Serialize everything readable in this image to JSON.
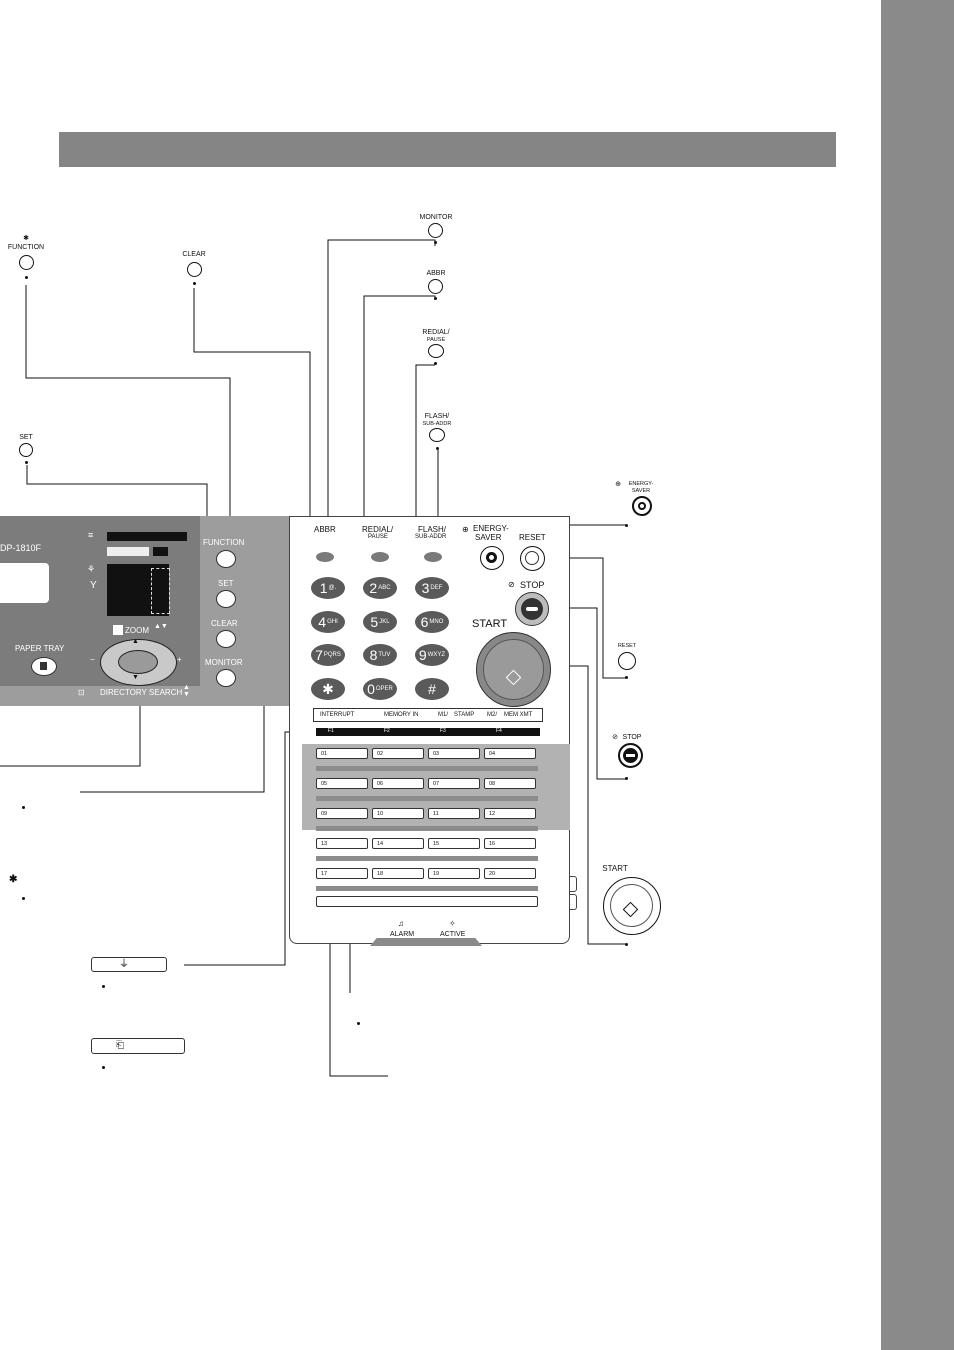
{
  "top_labels": {
    "function": "FUNCTION",
    "clear": "CLEAR",
    "set": "SET",
    "monitor": "MONITOR",
    "abbr": "ABBR",
    "redial_top": "REDIAL/",
    "redial_bottom": "PAUSE",
    "flash_top": "FLASH/",
    "flash_bottom": "SUB-ADDR",
    "energy_top": "ENERGY-",
    "energy_bottom": "SAVER",
    "reset": "RESET",
    "stop": "STOP",
    "start": "START"
  },
  "panel": {
    "model": "DP-1810F",
    "paper_tray": "PAPER TRAY",
    "zoom": "ZOOM",
    "directory_search": "DIRECTORY SEARCH",
    "function": "FUNCTION",
    "set": "SET",
    "clear": "CLEAR",
    "monitor": "MONITOR",
    "abbr": "ABBR",
    "redial_top": "REDIAL/",
    "redial_bottom": "PAUSE",
    "flash_top": "FLASH/",
    "flash_bottom": "SUB-ADDR",
    "energy_top": "ENERGY-",
    "energy_bottom": "SAVER",
    "reset": "RESET",
    "stop": "STOP",
    "start": "START",
    "keys": [
      {
        "main": "1",
        "sub": "@."
      },
      {
        "main": "2",
        "sub": "ABC"
      },
      {
        "main": "3",
        "sub": "DEF"
      },
      {
        "main": "4",
        "sub": "GHI"
      },
      {
        "main": "5",
        "sub": "JKL"
      },
      {
        "main": "6",
        "sub": "MNO"
      },
      {
        "main": "7",
        "sub": "PQRS"
      },
      {
        "main": "8",
        "sub": "TUV"
      },
      {
        "main": "9",
        "sub": "WXYZ"
      },
      {
        "main": "✱",
        "sub": ""
      },
      {
        "main": "0",
        "sub": "OPER"
      },
      {
        "main": "#",
        "sub": ""
      }
    ],
    "function_row": [
      "INTERRUPT",
      "MEMORY IN",
      "M1/",
      "STAMP",
      "M2/",
      "MEM XMT"
    ],
    "f_keys": [
      "F1",
      "F2",
      "F3",
      "F4"
    ],
    "one_touch": [
      "01",
      "02",
      "03",
      "04",
      "05",
      "06",
      "07",
      "08",
      "09",
      "10",
      "11",
      "12",
      "13",
      "14",
      "15",
      "16",
      "17",
      "18",
      "19",
      "20"
    ],
    "alarm": "ALARM",
    "active": "ACTIVE"
  }
}
